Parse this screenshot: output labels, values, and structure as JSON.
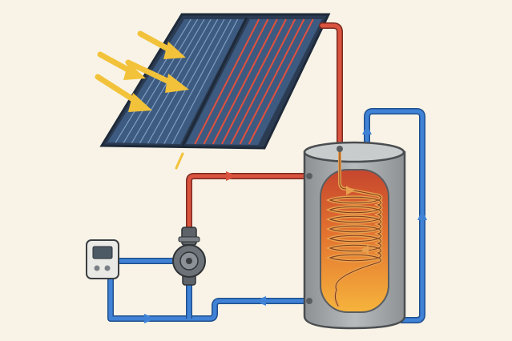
{
  "diagram": {
    "components": [
      {
        "id": "sun-rays",
        "label": ""
      },
      {
        "id": "solar-collector",
        "label": ""
      },
      {
        "id": "storage-tank",
        "label": ""
      },
      {
        "id": "heat-exchanger-coil",
        "label": ""
      },
      {
        "id": "circulation-pump",
        "label": ""
      },
      {
        "id": "controller",
        "label": ""
      },
      {
        "id": "hot-supply-line",
        "label": ""
      },
      {
        "id": "cold-return-line",
        "label": ""
      }
    ],
    "colors": {
      "background": "#f8f3e6",
      "hot_pipe": "#d9533f",
      "cold_pipe": "#3f82d6",
      "panel": "#3d5a80",
      "panel_frame": "#2b3b52",
      "sun_ray": "#f2c23a",
      "tank_shell": "#a9acae",
      "tank_inner_top": "#c6462e",
      "tank_inner_bottom": "#f6b43c",
      "coil": "#e8a04f"
    }
  }
}
